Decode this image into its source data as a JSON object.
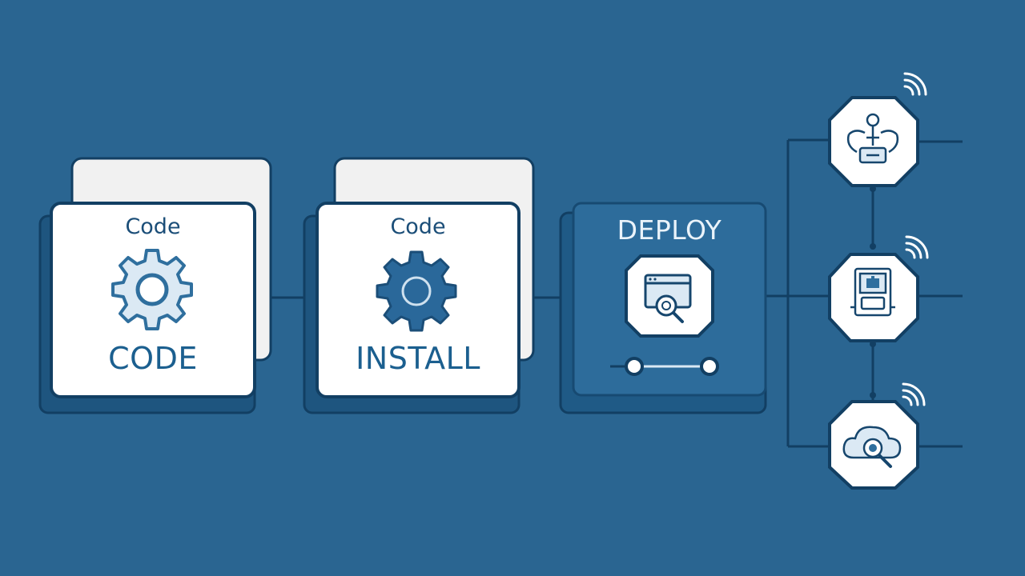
{
  "colors": {
    "background": "#2a6591",
    "card_fill": "#ffffff",
    "card_back": "#f1f1f1",
    "card_border": "#123f63",
    "accent_dark": "#16466d",
    "accent_blue": "#2f6f9e",
    "deploy_fill": "#2d6c9b",
    "icon_light": "#dbe9f4"
  },
  "stages": [
    {
      "label": "Code",
      "title": "CODE",
      "icon": "gear-outline-icon"
    },
    {
      "label": "Code",
      "title": "INSTALL",
      "icon": "gear-solid-icon"
    },
    {
      "label": "",
      "title": "DEPLOY",
      "icon": "inspect-window-icon"
    }
  ],
  "targets": [
    {
      "icon": "connected-device-icon",
      "signal": "wireless-signal-icon"
    },
    {
      "icon": "puzzle-module-icon",
      "signal": "wireless-signal-icon"
    },
    {
      "icon": "cloud-search-icon",
      "signal": "wireless-signal-icon"
    }
  ]
}
